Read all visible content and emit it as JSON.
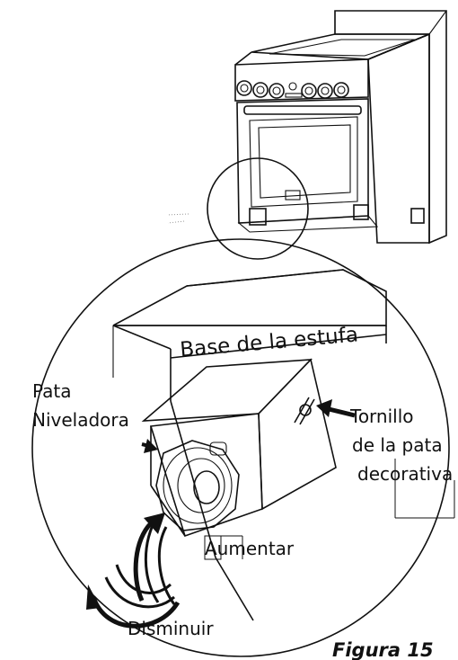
{
  "labels": {
    "base": "Base de la estufa",
    "pata_line1": "Pata",
    "pata_line2": "Niveladora",
    "tornillo_line1": "Tornillo",
    "tornillo_line2": "de la pata",
    "tornillo_line3": "decorativa",
    "aumentar": "Aumentar",
    "disminuir": "Disminuir",
    "figure": "Figura 15"
  },
  "icons": {
    "range": "range-stove-icon",
    "leveling_leg": "leveling-leg-icon",
    "arrow": "pointer-arrow-icon",
    "rotation": "rotation-arrows-icon"
  },
  "colors": {
    "ink": "#111111",
    "background": "#ffffff",
    "callout_box": "#111111"
  }
}
